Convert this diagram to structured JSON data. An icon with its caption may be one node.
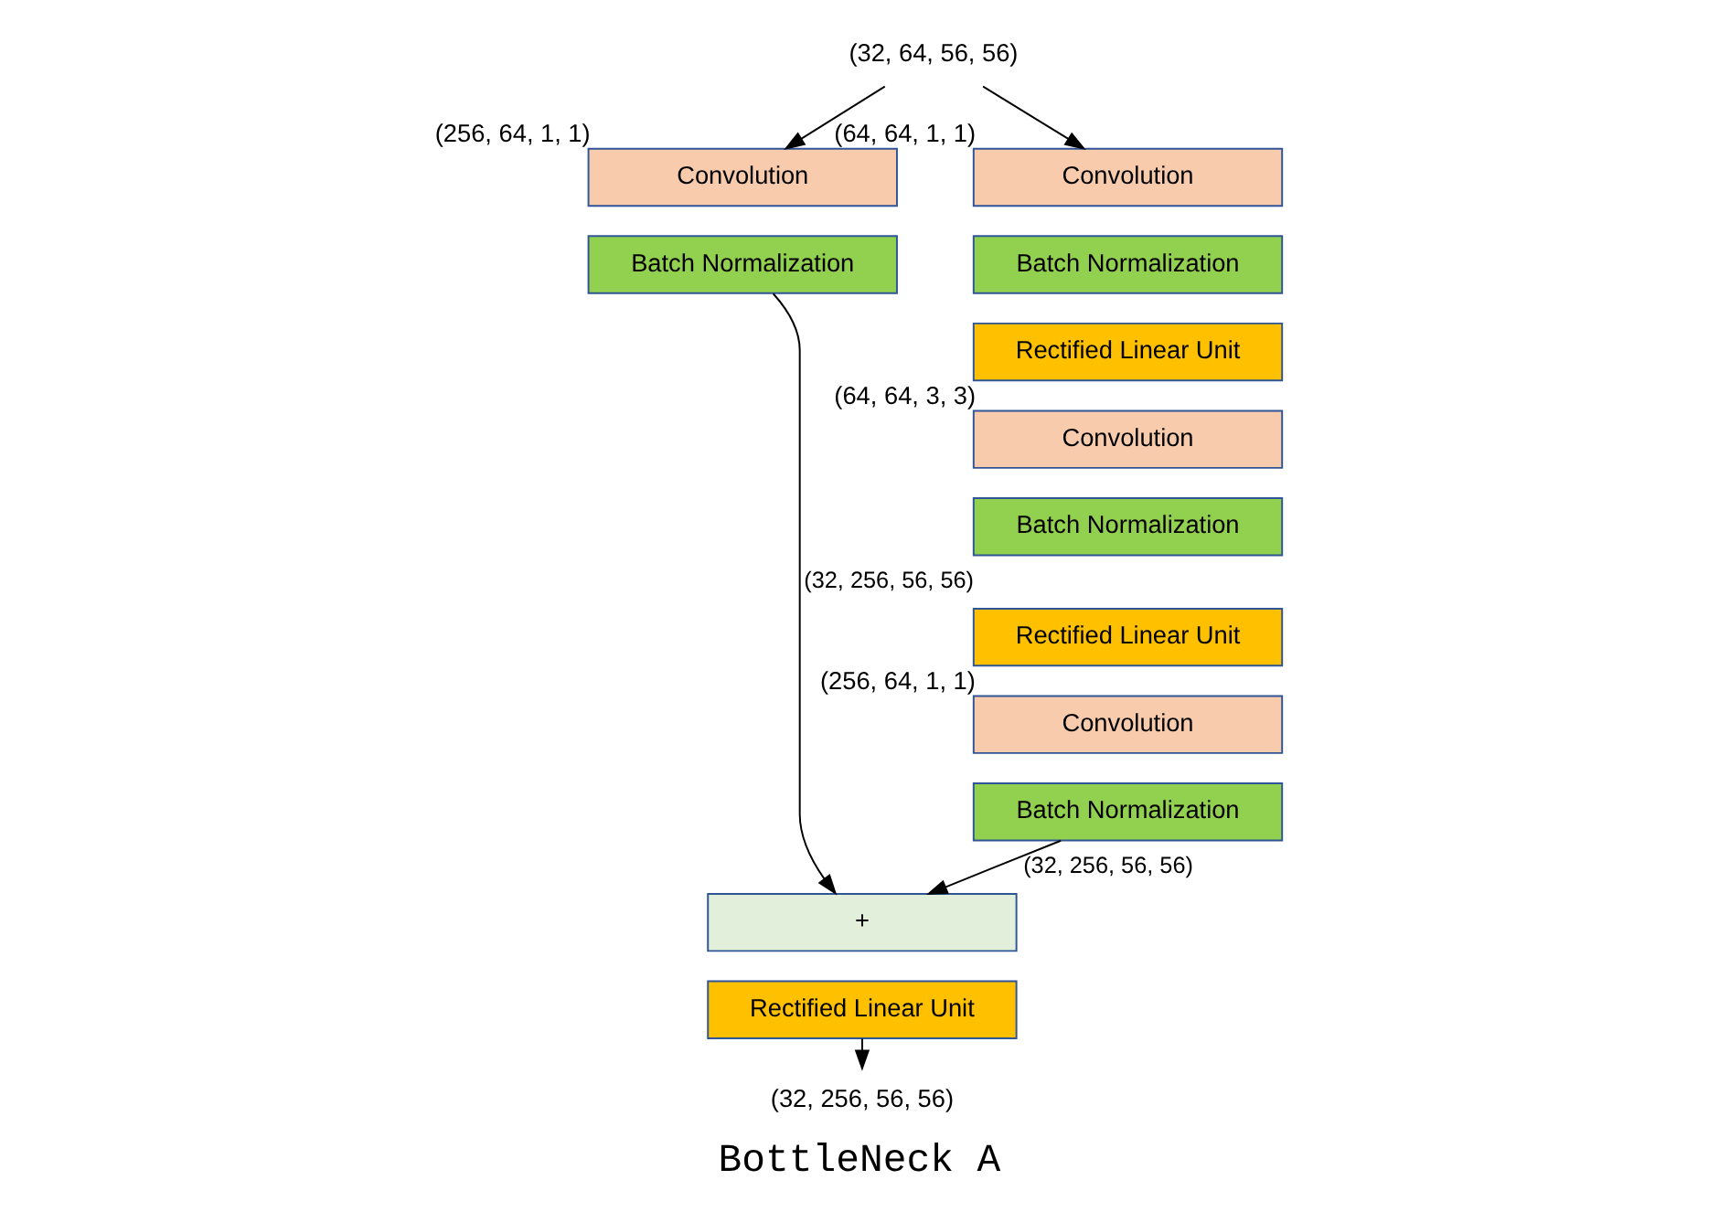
{
  "diagram": {
    "caption": "BottleNeck A",
    "nodes": [
      {
        "text": [
          "(32, 64, 56, 56)"
        ]
      },
      {
        "text": [
          "Convolution"
        ],
        "beside": [
          "(256, 64, 1, 1)"
        ]
      },
      {
        "text": [
          "Batch Normalization"
        ]
      },
      {
        "text": [
          "Convolution"
        ],
        "beside": [
          "(64, 64, 1, 1)"
        ]
      },
      {
        "text": [
          "Batch Normalization"
        ]
      },
      {
        "text": [
          "Rectified Linear Unit"
        ]
      },
      {
        "text": [
          "Convolution"
        ],
        "beside": [
          "(64, 64, 3, 3)"
        ]
      },
      {
        "text": [
          "Batch Normalization"
        ]
      },
      {
        "text": [
          "Rectified Linear Unit"
        ]
      },
      {
        "text": [
          "Convolution"
        ],
        "beside": [
          "(256, 64, 1, 1)"
        ]
      },
      {
        "text": [
          "Batch Normalization"
        ]
      },
      {
        "text": [
          "+"
        ]
      },
      {
        "text": [
          "Rectified Linear Unit"
        ]
      },
      {
        "text": [
          "(32, 256, 56, 56)"
        ]
      }
    ],
    "edges": [
      {
        "from": 0,
        "to": 3,
        "arrow": "to"
      },
      {
        "from": 0,
        "to": 1,
        "arrow": "to"
      },
      {
        "from": 2,
        "to": 11,
        "arrow": "to",
        "label": "(32, 256, 56, 56)"
      },
      {
        "from": 10,
        "to": 11,
        "arrow": "to",
        "label": "(32, 256, 56, 56)"
      },
      {
        "from": 12,
        "to": 13,
        "arrow": "to"
      }
    ]
  }
}
